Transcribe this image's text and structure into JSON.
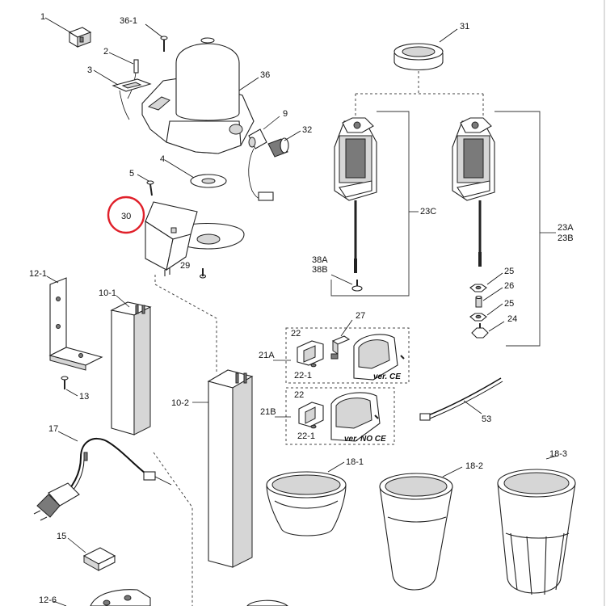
{
  "labels": {
    "p1": "1",
    "p36_1": "36-1",
    "p2": "2",
    "p3": "3",
    "p36": "36",
    "p31": "31",
    "p9": "9",
    "p32": "32",
    "p4": "4",
    "p5": "5",
    "p30": "30",
    "p29": "29",
    "p23c": "23C",
    "p23a": "23A",
    "p23b": "23B",
    "p38a": "38A",
    "p38b": "38B",
    "p25a": "25",
    "p26": "26",
    "p25b": "25",
    "p24": "24",
    "p12_1": "12-1",
    "p10_1": "10-1",
    "p13": "13",
    "p27": "27",
    "p22a": "22",
    "p22_1a": "22-1",
    "p21a": "21A",
    "p22b": "22",
    "p22_1b": "22-1",
    "p21b": "21B",
    "p53": "53",
    "p10_2": "10-2",
    "p17": "17",
    "p18_1": "18-1",
    "p18_2": "18-2",
    "p18_3": "18-3",
    "p15": "15",
    "p12_6": "12-6"
  },
  "notes": {
    "ver_ce": "ver. CE",
    "ver_no_ce": "ver. NO CE"
  },
  "colors": {
    "highlight": "#e0202a",
    "line": "#222222"
  },
  "highlight": {
    "part": "30"
  }
}
